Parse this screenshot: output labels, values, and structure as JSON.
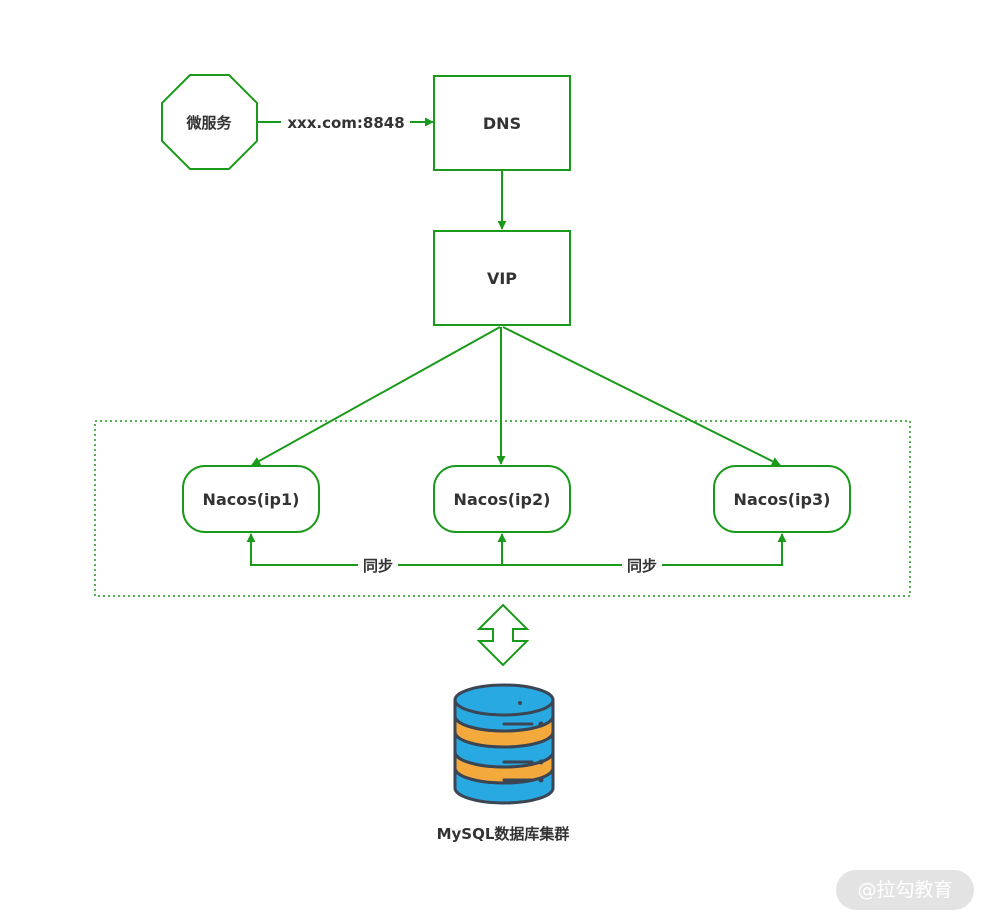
{
  "colors": {
    "stroke": "#1a9a1a",
    "text": "#333333",
    "db_blue": "#29a9e1",
    "db_orange": "#f3a93b",
    "db_outline": "#3b4553"
  },
  "nodes": {
    "microservice": "微服务",
    "dns": "DNS",
    "vip": "VIP",
    "nacos1": "Nacos(ip1)",
    "nacos2": "Nacos(ip2)",
    "nacos3": "Nacos(ip3)"
  },
  "edges": {
    "domain_label": "xxx.com:8848",
    "sync_left": "同步",
    "sync_right": "同步"
  },
  "database": {
    "icon": "database-server-icon",
    "label": "MySQL数据库集群"
  },
  "watermark": "@拉勾教育"
}
